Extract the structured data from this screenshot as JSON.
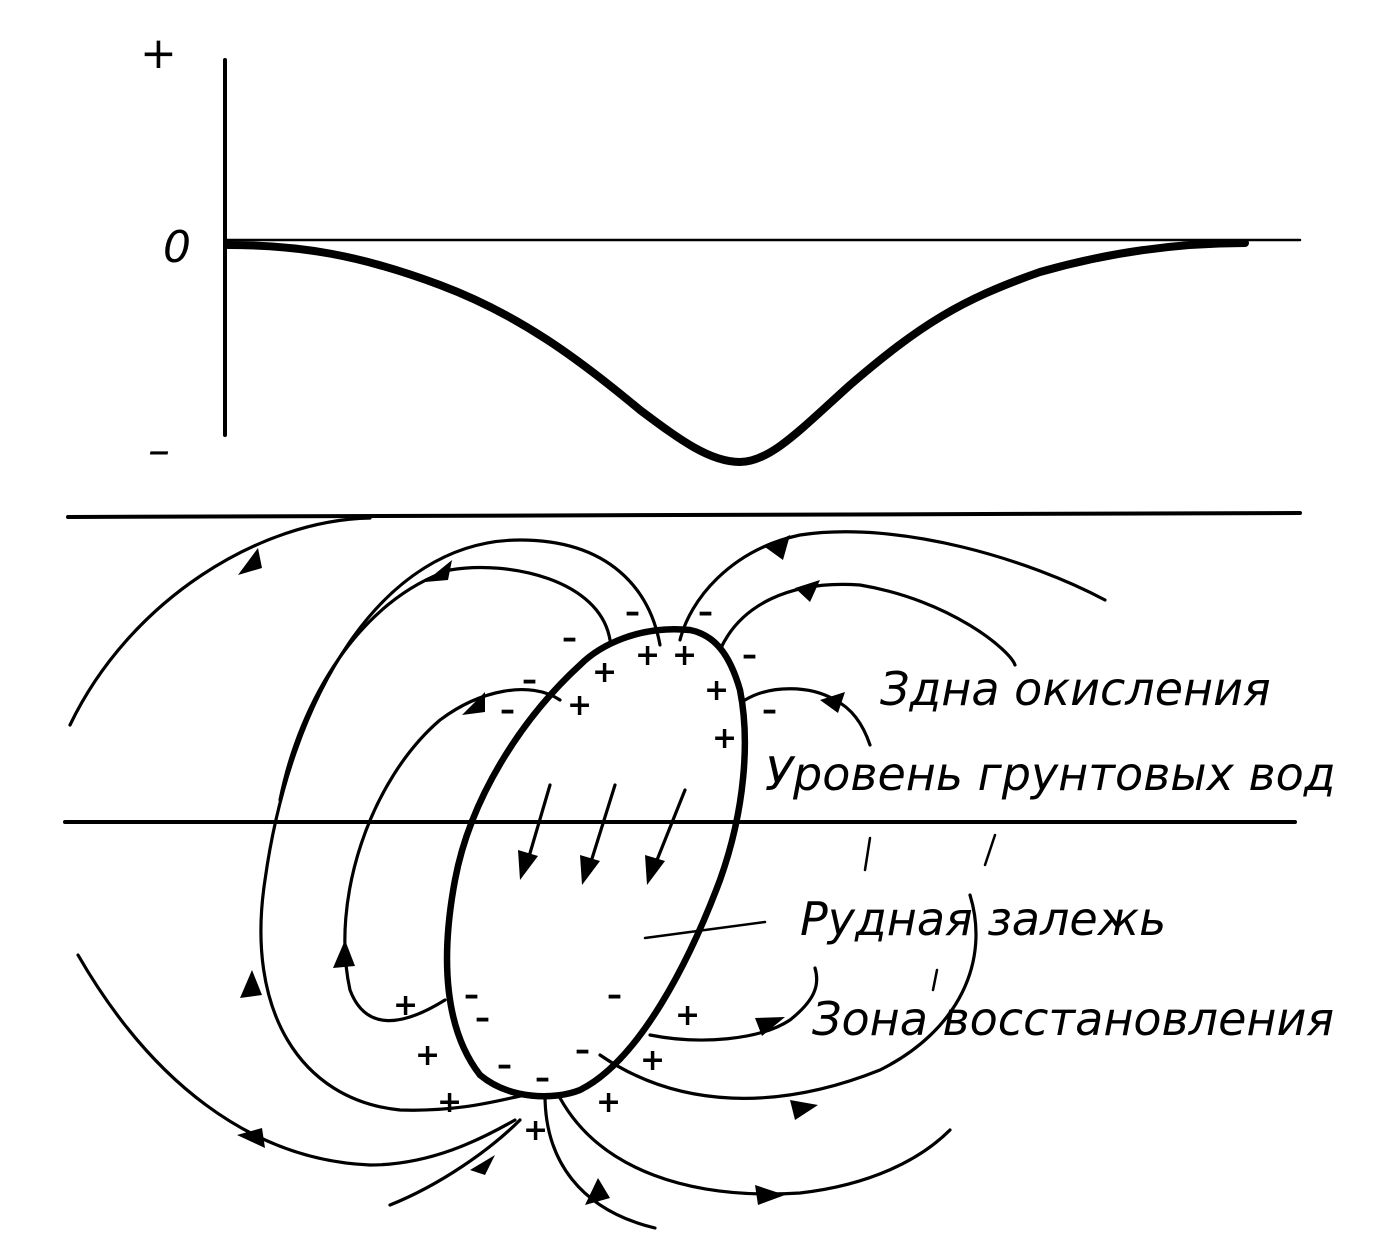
{
  "profile": {
    "axis_labels": {
      "plus": "+",
      "zero": "0",
      "minus": "–"
    }
  },
  "labels": {
    "oxidation_zone": "Зднa окисления",
    "groundwater_level": "Уровень грунтовых вод",
    "ore_body": "Рудная залежь",
    "reduction_zone": "Зона восстановления"
  },
  "charges": {
    "plus": "+",
    "minus": "–"
  }
}
